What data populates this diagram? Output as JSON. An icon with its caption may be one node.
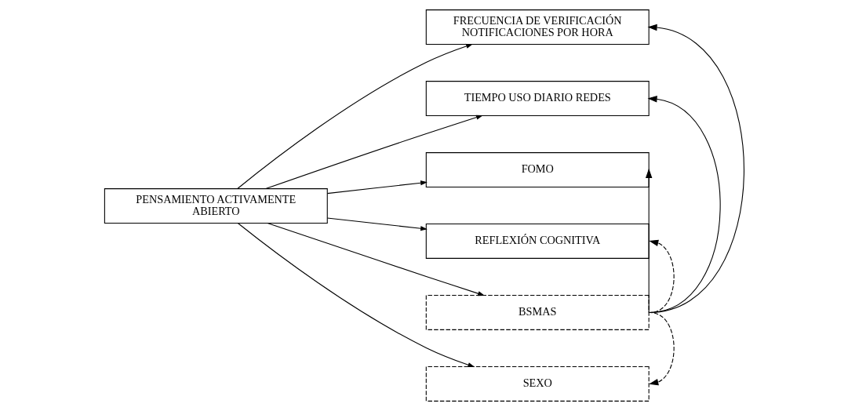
{
  "diagram": {
    "nodes": [
      {
        "text": [
          "PENSAMIENTO ACTIVAMENTE ABIERTO"
        ]
      },
      {
        "text": [
          "FRECUENCIA DE VERIFICACIÓN NOTIFICACIONES POR HORA"
        ]
      },
      {
        "text": [
          "TIEMPO USO DIARIO REDES"
        ]
      },
      {
        "text": [
          "FOMO"
        ]
      },
      {
        "text": [
          "REFLEXIÓN COGNITIVA"
        ]
      },
      {
        "text": [
          "BSMAS"
        ]
      },
      {
        "text": [
          "SEXO"
        ]
      }
    ],
    "edges": [
      {
        "from": 0,
        "to": 1,
        "arrow": "to"
      },
      {
        "from": 0,
        "to": 2,
        "arrow": "to"
      },
      {
        "from": 0,
        "to": 3,
        "arrow": "to"
      },
      {
        "from": 0,
        "to": 4,
        "arrow": "to"
      },
      {
        "from": 0,
        "to": 5,
        "arrow": "to"
      },
      {
        "from": 0,
        "to": 6,
        "arrow": "to"
      },
      {
        "from": 5,
        "to": 1,
        "arrow": "to"
      },
      {
        "from": 5,
        "to": 2,
        "arrow": "to"
      },
      {
        "from": 5,
        "to": 3,
        "arrow": "to"
      },
      {
        "from": 5,
        "to": 4,
        "arrow": "to",
        "style": "dashed"
      },
      {
        "from": 5,
        "to": 6,
        "arrow": "to",
        "style": "dashed"
      }
    ]
  }
}
